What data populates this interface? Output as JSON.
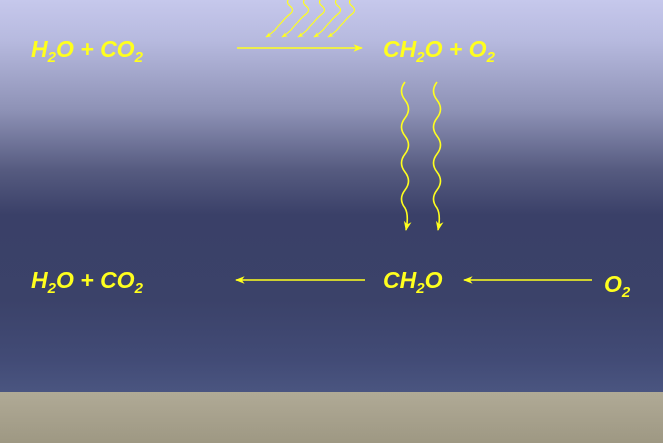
{
  "diagram": {
    "surface": {
      "reactants": {
        "text": "H",
        "s1": "2",
        "mid": "O + CO",
        "s2": "2"
      },
      "products": {
        "text": "CH",
        "s1": "2",
        "mid": "O + O",
        "s2": "2"
      }
    },
    "deep": {
      "left": {
        "text": "H",
        "s1": "2",
        "mid": "O + CO",
        "s2": "2"
      },
      "center": {
        "text": "CH",
        "s1": "2",
        "tail": "O"
      },
      "right": {
        "text": "O",
        "s1": "2"
      }
    },
    "colors": {
      "formula": "#ffff1e",
      "arrow": "#ffff1e",
      "sky_top": "#c6c8ec",
      "water_deep": "#3a4068",
      "sediment": "#a6a08b"
    },
    "icons": [
      "sunlight-wavy-arrows",
      "sinking-wavy-arrows",
      "reaction-arrow"
    ]
  }
}
